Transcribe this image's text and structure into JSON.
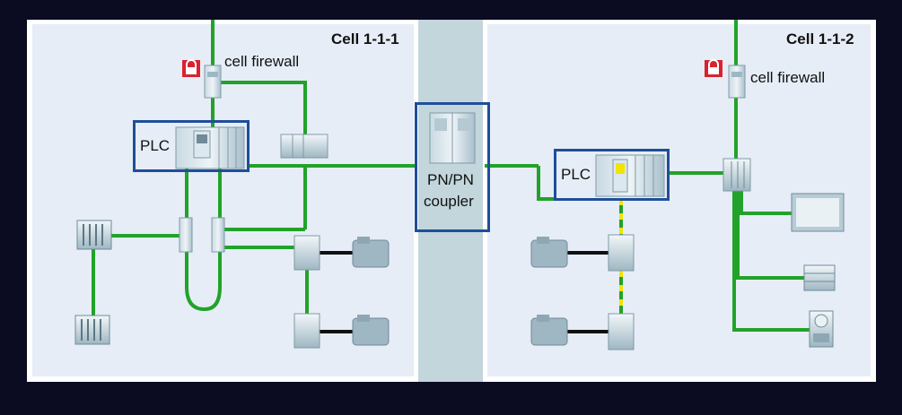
{
  "cells": [
    {
      "title": "Cell 1-1-1",
      "firewall_label": "cell firewall",
      "plc_label": "PLC"
    },
    {
      "title": "Cell 1-1-2",
      "firewall_label": "cell firewall",
      "plc_label": "PLC"
    }
  ],
  "coupler": {
    "line1": "PN/PN",
    "line2": "coupler"
  },
  "colors": {
    "background": "#0b0b22",
    "cell_panel": "#e6edf6",
    "coupler_strip": "#c2d6dc",
    "network_line": "#22a22a",
    "highlight_box": "#1f4e9a",
    "lock": "#d92231",
    "status_led": "#f2e400"
  },
  "icons": [
    "lock-icon",
    "firewall-device-icon",
    "plc-rack-icon",
    "switch-icon",
    "drive-icon",
    "motor-icon",
    "hmi-panel-icon",
    "io-module-icon",
    "operator-panel-icon"
  ]
}
